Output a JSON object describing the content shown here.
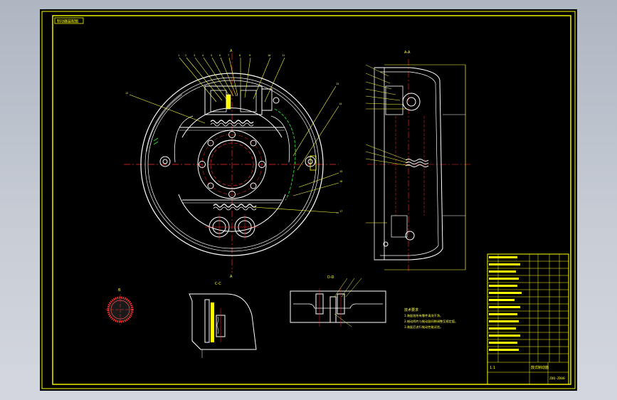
{
  "sheet_tag": "制动器装配图",
  "sections": {
    "main": "A",
    "aa": "A-A",
    "b": "B",
    "cc": "C-C",
    "dd": "D-D"
  },
  "notes": {
    "title": "技术要求",
    "line1": "1.装配前所有零件清洗干净。",
    "line2": "2.制动蹄片与制动鼓间隙调整至规定值。",
    "line3": "3.装配后进行制动性能试验。"
  },
  "title_block": {
    "drawing_name": "鼓式制动器",
    "drawing_no": "ZDQ-ZD00",
    "scale": "1:1"
  },
  "colors": {
    "frame": "#ffff00",
    "outline": "#ffffff",
    "center": "#ff2a2a",
    "leader": "#ffff40",
    "hidden": "#29e629"
  }
}
